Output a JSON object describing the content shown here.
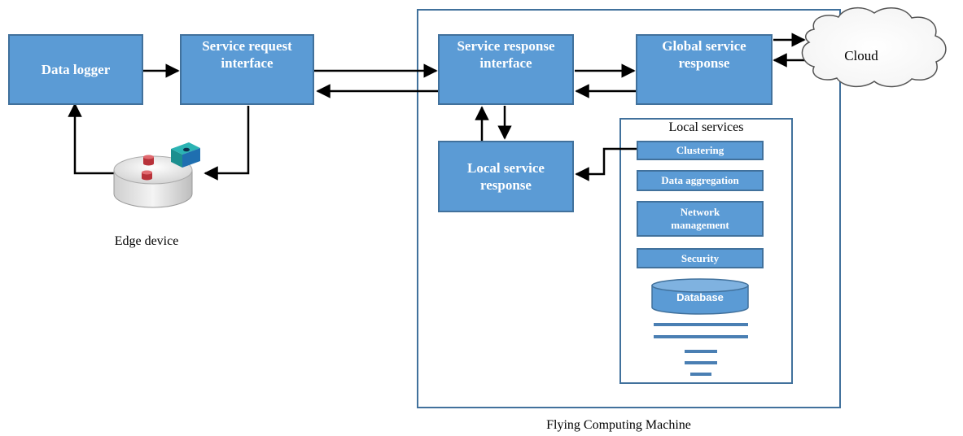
{
  "data_logger": "Data logger",
  "service_request": "Service request interface",
  "service_response": "Service response interface",
  "global_service": "Global service response",
  "local_service": "Local service response",
  "cloud": "Cloud",
  "edge_device": "Edge device",
  "flying_machine": "Flying Computing Machine",
  "local_services": {
    "title": "Local services",
    "items": [
      "Clustering",
      "Data aggregation",
      "Network management",
      "Security"
    ],
    "database": "Database"
  },
  "colors": {
    "box_fill": "#5b9bd5",
    "box_border": "#41719c",
    "arrow": "#000000"
  }
}
